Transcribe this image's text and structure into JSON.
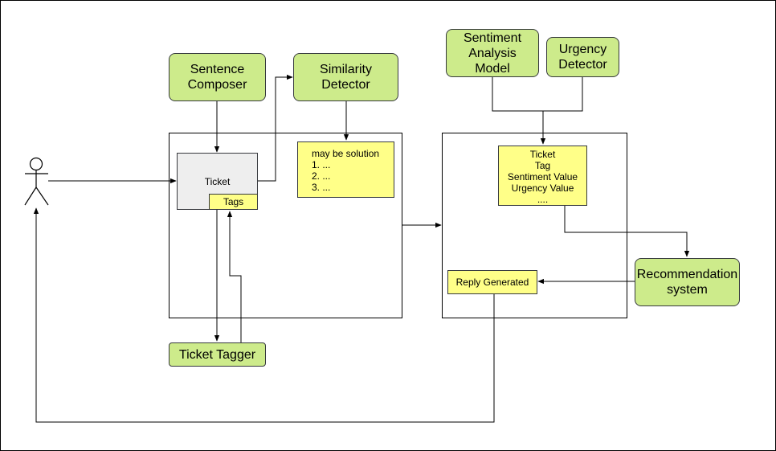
{
  "nodes": {
    "sentence_composer": "Sentence\nComposer",
    "similarity_detector": "Similarity\nDetector",
    "sentiment_model": "Sentiment\nAnalysis\nModel",
    "urgency_detector": "Urgency\nDetector",
    "ticket_tagger": "Ticket Tagger",
    "recommendation_system": "Recommendation\nsystem"
  },
  "ticket": {
    "label": "Ticket",
    "tags": "Tags"
  },
  "solution_note": {
    "title": "may be solution",
    "items": [
      "1. ...",
      "2. ...",
      "3. ..."
    ]
  },
  "ticket_info": {
    "lines": [
      "Ticket",
      "Tag",
      "Sentiment Value",
      "Urgency Value",
      "...."
    ]
  },
  "reply": "Reply Generated",
  "colors": {
    "green": "#cdeb8b",
    "yellow": "#ffff88",
    "gray": "#eeeeee",
    "stroke": "#36393d"
  }
}
